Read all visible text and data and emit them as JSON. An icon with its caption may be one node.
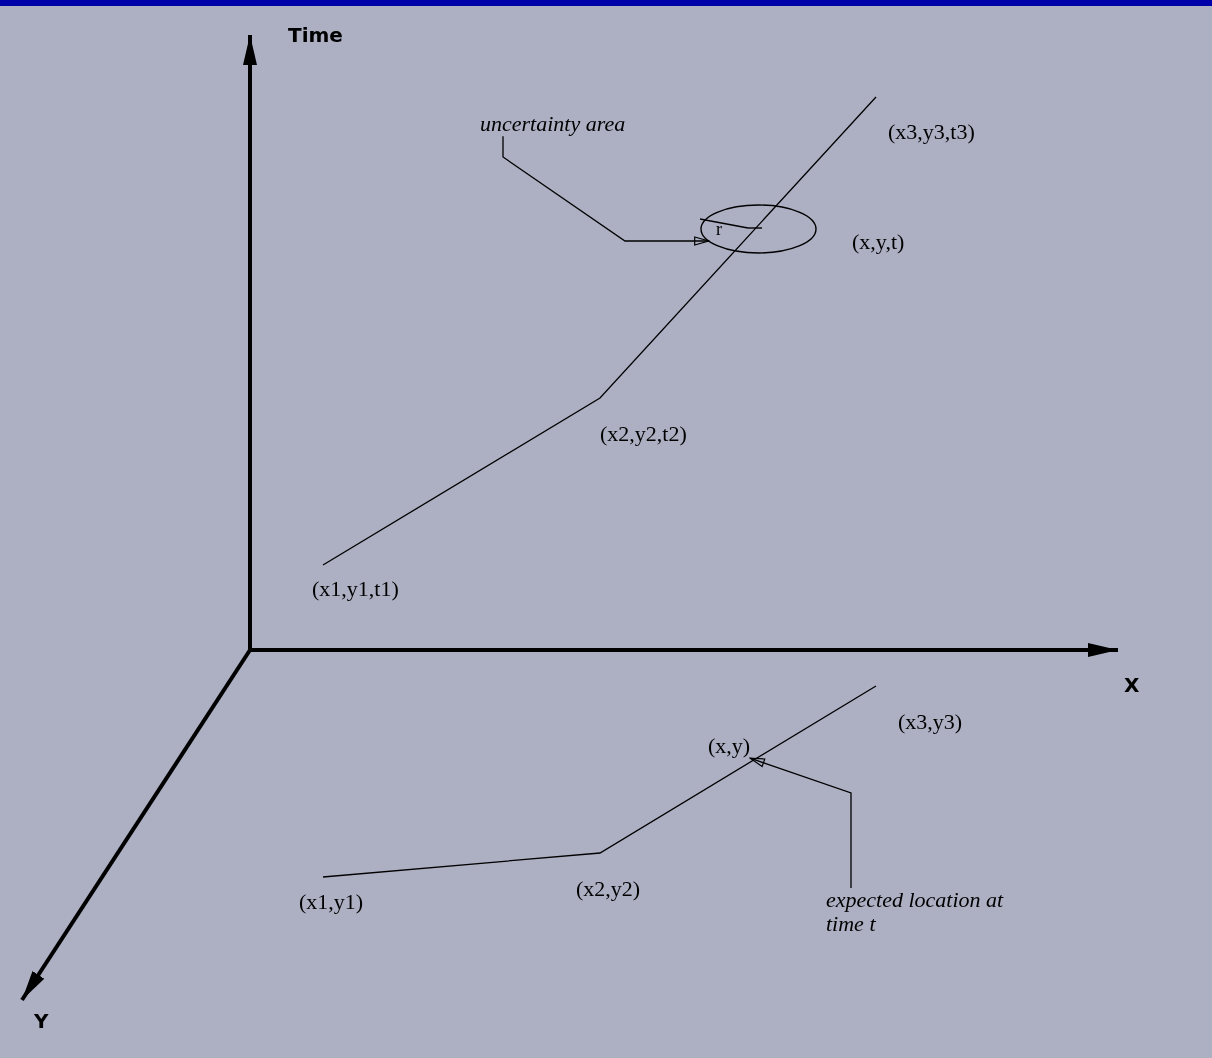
{
  "diagram": {
    "nodes": [
      {
        "text": [
          "uncertainty area"
        ]
      },
      {
        "text": [],
        "shape": "ellipse"
      },
      {
        "text": [
          "(x,y)"
        ]
      },
      {
        "text": [
          "expected location at time t"
        ]
      }
    ],
    "edges": [
      {
        "from": 0,
        "to": 1,
        "arrow": "to"
      },
      {
        "from": 3,
        "to": 2,
        "arrow": "to"
      }
    ],
    "labels": [
      "Time",
      "(x3,y3,t3)",
      "r",
      "(x,y,t)",
      "(x2,y2,t2)",
      "(x1,y1,t1)",
      "X",
      "(x3,y3)",
      "(x1,y1)",
      "(x2,y2)",
      "Y"
    ]
  }
}
